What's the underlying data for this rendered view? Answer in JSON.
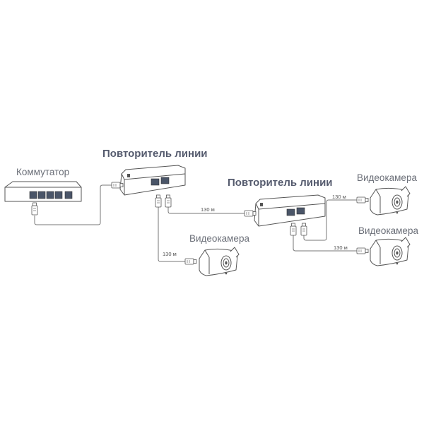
{
  "labels": {
    "switch": "Коммутатор",
    "repeater_1": "Повторитель линии",
    "repeater_2": "Повторитель линии",
    "camera_1": "Видеокамера",
    "camera_2": "Видеокамера",
    "camera_3": "Видеокамера"
  },
  "distances": {
    "repeater1_to_repeater2": "130 м",
    "repeater1_to_camera1": "130 м",
    "repeater2_to_camera2": "130 м",
    "repeater2_to_camera3": "130 м"
  },
  "colors": {
    "title": "#555b6e",
    "label": "#6b6f78",
    "port": "#4a5568",
    "line": "#777777"
  }
}
